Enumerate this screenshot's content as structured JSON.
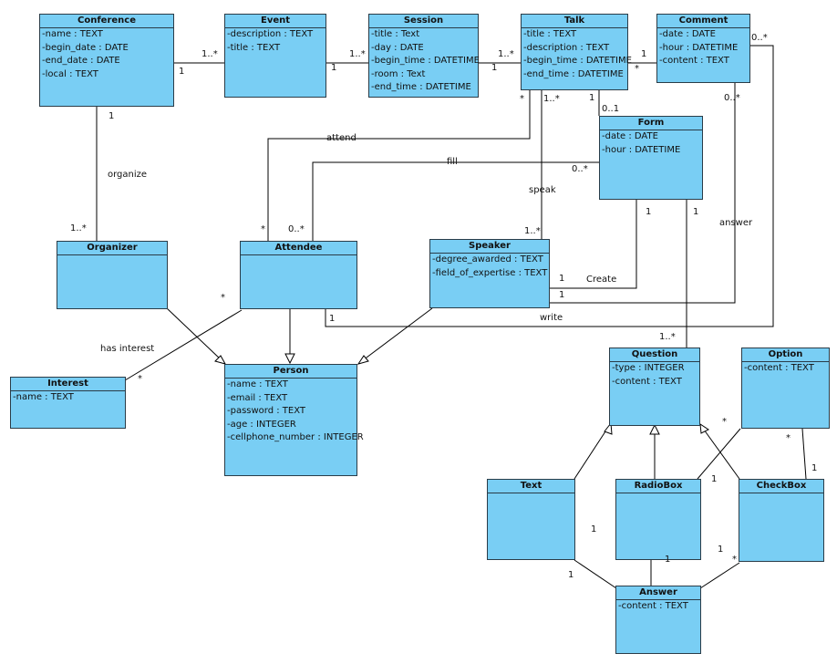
{
  "classes": {
    "conference": {
      "name": "Conference",
      "attrs": [
        "-name : TEXT",
        "-begin_date : DATE",
        "-end_date : DATE",
        "-local : TEXT"
      ]
    },
    "event": {
      "name": "Event",
      "attrs": [
        "-description : TEXT",
        "-title : TEXT"
      ]
    },
    "session": {
      "name": "Session",
      "attrs": [
        "-title : Text",
        "-day : DATE",
        "-begin_time : DATETIME",
        "-room : Text",
        "-end_time : DATETIME"
      ]
    },
    "talk": {
      "name": "Talk",
      "attrs": [
        "-title : TEXT",
        "-description : TEXT",
        "-begin_time : DATETIME",
        "-end_time : DATETIME"
      ]
    },
    "comment": {
      "name": "Comment",
      "attrs": [
        "-date : DATE",
        "-hour : DATETIME",
        "-content : TEXT"
      ]
    },
    "form": {
      "name": "Form",
      "attrs": [
        "-date : DATE",
        "-hour : DATETIME"
      ]
    },
    "organizer": {
      "name": "Organizer",
      "attrs": []
    },
    "attendee": {
      "name": "Attendee",
      "attrs": []
    },
    "speaker": {
      "name": "Speaker",
      "attrs": [
        "-degree_awarded : TEXT",
        "-field_of_expertise : TEXT"
      ]
    },
    "interest": {
      "name": "Interest",
      "attrs": [
        "-name : TEXT"
      ]
    },
    "person": {
      "name": "Person",
      "attrs": [
        "-name : TEXT",
        "-email : TEXT",
        "-password : TEXT",
        "-age : INTEGER",
        "-cellphone_number : INTEGER"
      ]
    },
    "question": {
      "name": "Question",
      "attrs": [
        "-type : INTEGER",
        "-content : TEXT"
      ]
    },
    "option": {
      "name": "Option",
      "attrs": [
        "-content : TEXT"
      ]
    },
    "text": {
      "name": "Text",
      "attrs": []
    },
    "radiobox": {
      "name": "RadioBox",
      "attrs": []
    },
    "checkbox": {
      "name": "CheckBox",
      "attrs": []
    },
    "answer": {
      "name": "Answer",
      "attrs": [
        "-content : TEXT"
      ]
    }
  },
  "labels": {
    "conf_event_1": "1",
    "conf_event_many": "1..*",
    "event_session_1": "1",
    "event_session_many": "1..*",
    "session_talk_1": "1",
    "session_talk_many": "1..*",
    "talk_comment_1": "1",
    "talk_comment_star": "*",
    "comment_0star": "0..*",
    "conf_org_1": "1",
    "organize": "organize",
    "org_many": "1..*",
    "talk_star": "*",
    "talk_many": "1..*",
    "talk_1": "1",
    "form_01": "0..1",
    "comment_0star_b": "0..*",
    "attend": "attend",
    "fill": "fill",
    "fill_0star": "0..*",
    "speak": "speak",
    "answer_assoc": "answer",
    "attendee_star": "*",
    "attendee_0star": "0..*",
    "form_1": "1",
    "form_1_b": "1",
    "speaker_many": "1..*",
    "speaker_1": "1",
    "create": "Create",
    "speaker_1_b": "1",
    "attendee_1": "1",
    "write": "write",
    "question_many": "1..*",
    "interest_star_a": "*",
    "has_interest": "has interest",
    "interest_star_b": "*",
    "option_star_a": "*",
    "option_star_b": "*",
    "option_1": "1",
    "radio_1": "1",
    "text_1": "1",
    "answer_1_a": "1",
    "radio_ans_1": "1",
    "checkbox_1": "1",
    "answer_star": "*"
  }
}
